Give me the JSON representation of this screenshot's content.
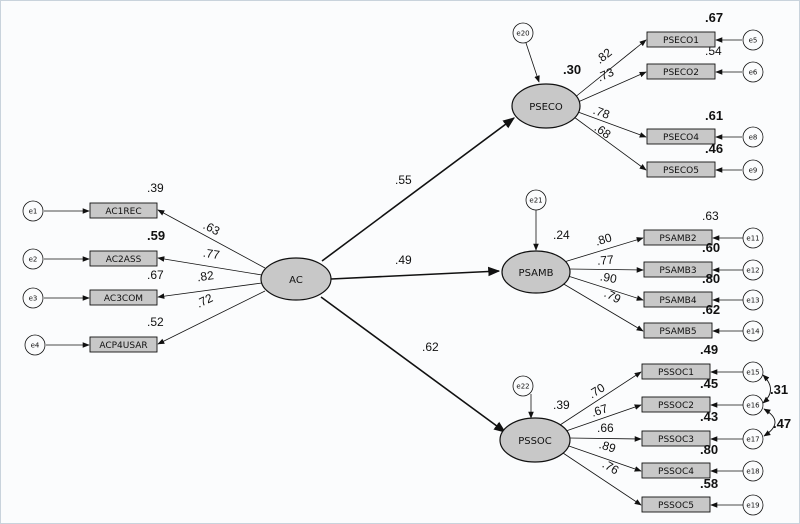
{
  "latents": {
    "AC": "AC",
    "PSECO": "PSECO",
    "PSAMB": "PSAMB",
    "PSSOC": "PSSOC"
  },
  "errors": {
    "e1": "e1",
    "e2": "e2",
    "e3": "e3",
    "e4": "e4",
    "e5": "e5",
    "e6": "e6",
    "e8": "e8",
    "e9": "e9",
    "e11": "e11",
    "e12": "e12",
    "e13": "e13",
    "e14": "e14",
    "e15": "e15",
    "e16": "e16",
    "e17": "e17",
    "e18": "e18",
    "e19": "e19",
    "e20": "e20",
    "e21": "e21",
    "e22": "e22"
  },
  "indicators": {
    "AC1REC": "AC1REC",
    "AC2ASS": "AC2ASS",
    "AC3COM": "AC3COM",
    "ACP4USAR": "ACP4USAR",
    "PSECO1": "PSECO1",
    "PSECO2": "PSECO2",
    "PSECO4": "PSECO4",
    "PSECO5": "PSECO5",
    "PSAMB2": "PSAMB2",
    "PSAMB3": "PSAMB3",
    "PSAMB4": "PSAMB4",
    "PSAMB5": "PSAMB5",
    "PSSOC1": "PSSOC1",
    "PSSOC2": "PSSOC2",
    "PSSOC3": "PSSOC3",
    "PSSOC4": "PSSOC4",
    "PSSOC5": "PSSOC5"
  },
  "structural_coefs": {
    "AC_PSECO": ".55",
    "AC_PSAMB": ".49",
    "AC_PSSOC": ".62"
  },
  "r2": {
    "PSECO": ".30",
    "PSAMB": ".24",
    "PSSOC": ".39",
    "AC1REC": ".39",
    "AC2ASS": ".59",
    "AC3COM": ".67",
    "ACP4USAR": ".52",
    "PSECO1": ".67",
    "PSECO2": ".54",
    "PSECO4": ".61",
    "PSECO5": ".46",
    "PSAMB2": ".63",
    "PSAMB3": ".60",
    "PSAMB4": ".80",
    "PSAMB5": ".62",
    "PSSOC1": ".49",
    "PSSOC2": ".45",
    "PSSOC3": ".43",
    "PSSOC4": ".80",
    "PSSOC5": ".58"
  },
  "loadings": {
    "AC1REC": ".63",
    "AC2ASS": ".77",
    "AC3COM": ".82",
    "ACP4USAR": ".72",
    "PSECO1": ".82",
    "PSECO2": ".73",
    "PSECO4": ".78",
    "PSECO5": ".68",
    "PSAMB2": ".80",
    "PSAMB3": ".77",
    "PSAMB4": ".90",
    "PSAMB5": ".79",
    "PSSOC1": ".70",
    "PSSOC2": ".67",
    "PSSOC3": ".66",
    "PSSOC4": ".89",
    "PSSOC5": ".76"
  },
  "covariances": {
    "e15_e16": ".31",
    "e16_e17": ".47"
  },
  "colors": {
    "fill": "#c8c8c8",
    "stroke": "#111111",
    "background": "#fbfcfd"
  }
}
